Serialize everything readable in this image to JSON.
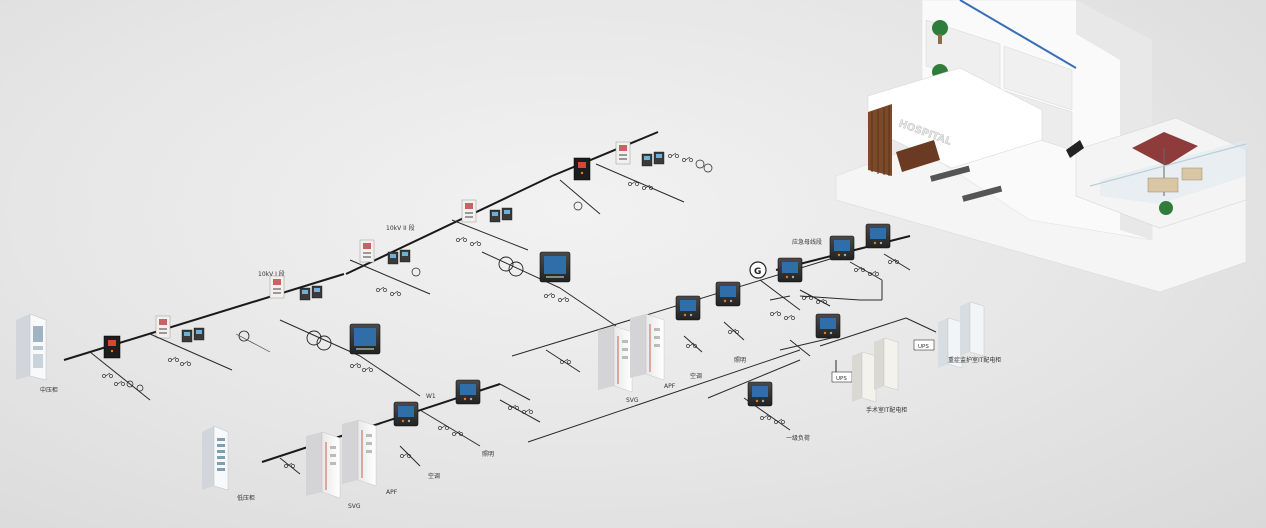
{
  "labels": {
    "medium_voltage_cabinet": "中压柜",
    "low_voltage_cabinet": "低压柜",
    "bus_1": "10kV I 段",
    "bus_2": "10kV II 段",
    "emergency_bus": "应急母线段",
    "svg_low": "SVG",
    "apf_low": "APF",
    "ac_low": "空调",
    "lighting_low": "照明",
    "w1": "W1",
    "svg_mid": "SVG",
    "apf_mid": "APF",
    "ac_mid": "空调",
    "lighting_mid": "照明",
    "first_level_load": "一级负荷",
    "ups_1": "UPS",
    "ups_2": "UPS",
    "or_it_cabinet": "手术室IT配电柜",
    "icu_it_cabinet": "重症监护室IT配电柜",
    "generator_symbol": "G",
    "hospital_sign": "HOSPITAL"
  },
  "colors": {
    "bus_line": "#1a1a1a",
    "meter_screen": "#2f6ea8",
    "cabinet_accent": "#c0392b",
    "building": "#ffffff",
    "wood": "#7a4a2a",
    "umbrella": "#8e3b3b"
  },
  "icons": {
    "meter": "power-meter-icon",
    "relay": "relay-protection-icon",
    "transformer": "transformer-icon",
    "generator": "generator-icon",
    "switch": "circuit-breaker-icon"
  }
}
